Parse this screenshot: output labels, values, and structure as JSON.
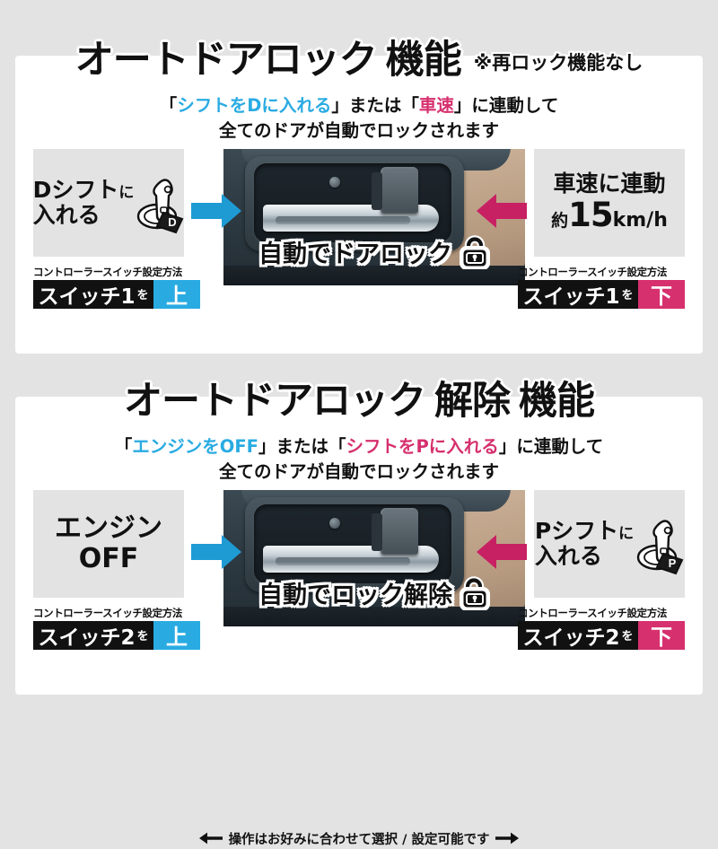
{
  "colors": {
    "blue": "#29abe2",
    "pink": "#d6306e",
    "arrow_blue": "#1f9bd4",
    "arrow_pink": "#c72163",
    "page_bg": "#e3e3e3",
    "card_bg": "#ffffff",
    "box_bg": "#e3e3e3",
    "bar_black": "#111111"
  },
  "sections": [
    {
      "id": "auto-door-lock",
      "title_main": "オートドアロック",
      "title_sub": "機能",
      "title_note": "※再ロック機能なし",
      "subtitle_line1": {
        "open_bracket": "「",
        "highlight": "シフトをDに入れる",
        "highlight_color": "blue",
        "mid": "」または「",
        "highlight2": "車速",
        "highlight2_color": "pink",
        "tail": "」に連動して"
      },
      "subtitle_line2": "全てのドアが自動でロックされます",
      "left_box": {
        "line1": "Dシフト",
        "line1_suffix": "に",
        "line2": "入れる",
        "icon": "shift-lever-icon",
        "tag_letter": "D"
      },
      "right_box": {
        "line1": "車速に連動",
        "prefix": "約",
        "value": "15",
        "unit": "km/h"
      },
      "photo_caption": "自動でドアロック",
      "photo_icon": "padlock-closed-icon",
      "left_switch": {
        "label": "コントローラースイッチ設定方法",
        "name": "スイッチ1",
        "particle": "を",
        "direction": "上",
        "direction_kind": "up"
      },
      "right_switch": {
        "label": "コントローラースイッチ設定方法",
        "name": "スイッチ1",
        "particle": "を",
        "direction": "下",
        "direction_kind": "down"
      },
      "mid_note": "操作はお好みに合わせて選択 / 設定可能です"
    },
    {
      "id": "auto-door-unlock",
      "title_main": "オートドアロック",
      "title_kaijo": "解除",
      "title_sub": "機能",
      "title_note": "",
      "subtitle_line1": {
        "open_bracket": "「",
        "highlight": "エンジンをOFF",
        "highlight_color": "blue",
        "mid": "」または「",
        "highlight2": "シフトをPに入れる",
        "highlight2_color": "pink",
        "tail": "」に連動して"
      },
      "subtitle_line2": "全てのドアが自動でロックされます",
      "left_box": {
        "line1": "エンジン",
        "line2": "OFF"
      },
      "right_box": {
        "line1": "Pシフト",
        "line1_suffix": "に",
        "line2": "入れる",
        "icon": "shift-lever-icon",
        "tag_letter": "P"
      },
      "photo_caption": "自動でロック解除",
      "photo_icon": "padlock-open-icon",
      "left_switch": {
        "label": "コントローラースイッチ設定方法",
        "name": "スイッチ2",
        "particle": "を",
        "direction": "上",
        "direction_kind": "up"
      },
      "right_switch": {
        "label": "コントローラースイッチ設定方法",
        "name": "スイッチ2",
        "particle": "を",
        "direction": "下",
        "direction_kind": "down"
      },
      "mid_note": "操作はお好みに合わせて選択 / 設定可能です"
    }
  ]
}
